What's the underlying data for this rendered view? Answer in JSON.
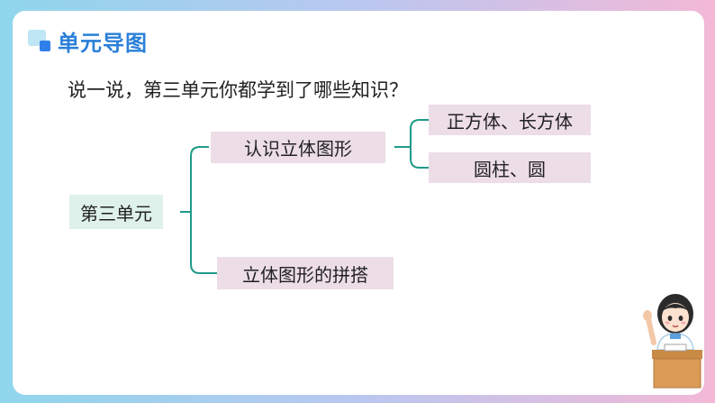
{
  "header": {
    "title": "单元导图"
  },
  "question": "说一说，第三单元你都学到了哪些知识？",
  "mindmap": {
    "root": "第三单元",
    "branches": [
      {
        "label": "认识立体图形",
        "children": [
          "正方体、长方体",
          "圆柱、圆"
        ]
      },
      {
        "label": "立体图形的拼搭",
        "children": []
      }
    ]
  },
  "colors": {
    "title": "#2a7fd9",
    "pink_box": "#ecdde6",
    "green_box": "#def1ea",
    "connector": "#1f9a8a"
  },
  "illustration": {
    "icon": "girl-at-desk-raising-hand-icon"
  }
}
